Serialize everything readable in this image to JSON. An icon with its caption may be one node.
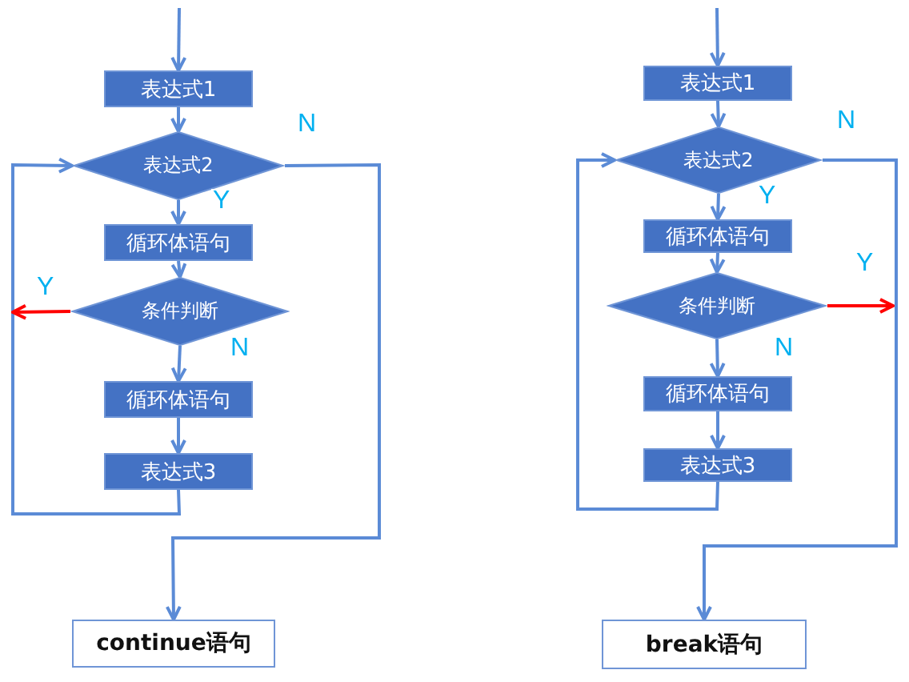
{
  "diagram": {
    "nodes": [
      {
        "text": [
          "表达式1"
        ]
      },
      {
        "text": [
          "表达式2"
        ]
      },
      {
        "text": [
          "循环体语句"
        ]
      },
      {
        "text": [
          "条件判断"
        ]
      },
      {
        "text": [
          "循环体语句"
        ]
      },
      {
        "text": [
          "表达式3"
        ]
      },
      {
        "text": [
          "continue语句"
        ]
      },
      {
        "text": [
          "表达式1"
        ]
      },
      {
        "text": [
          "表达式2"
        ]
      },
      {
        "text": [
          "循环体语句"
        ]
      },
      {
        "text": [
          "条件判断"
        ]
      },
      {
        "text": [
          "循环体语句"
        ]
      },
      {
        "text": [
          "表达式3"
        ]
      },
      {
        "text": [
          "break语句"
        ]
      }
    ],
    "edges": [
      {
        "from": null,
        "to": 0,
        "arrow": "to"
      },
      {
        "from": 0,
        "to": 1,
        "arrow": "to"
      },
      {
        "from": 1,
        "to": 2,
        "arrow": "to",
        "label": "Y"
      },
      {
        "from": 2,
        "to": 3,
        "arrow": "to"
      },
      {
        "from": 3,
        "to": 4,
        "arrow": "to",
        "label": "N"
      },
      {
        "from": 4,
        "to": 5,
        "arrow": "to"
      },
      {
        "from": 5,
        "to": 1,
        "arrow": "to"
      },
      {
        "from": 1,
        "to": 6,
        "arrow": "to",
        "label": "N"
      },
      {
        "from": 3,
        "to": null,
        "arrow": "to",
        "label": "Y",
        "color": "#ff0000"
      },
      {
        "from": null,
        "to": 7,
        "arrow": "to"
      },
      {
        "from": 7,
        "to": 8,
        "arrow": "to"
      },
      {
        "from": 8,
        "to": 9,
        "arrow": "to",
        "label": "Y"
      },
      {
        "from": 9,
        "to": 10,
        "arrow": "to"
      },
      {
        "from": 10,
        "to": 11,
        "arrow": "to",
        "label": "N"
      },
      {
        "from": 11,
        "to": 12,
        "arrow": "to"
      },
      {
        "from": 12,
        "to": 8,
        "arrow": "to"
      },
      {
        "from": 8,
        "to": 13,
        "arrow": "to",
        "label": "N"
      },
      {
        "from": 10,
        "to": null,
        "arrow": "to",
        "label": "Y",
        "color": "#ff0000"
      }
    ]
  }
}
